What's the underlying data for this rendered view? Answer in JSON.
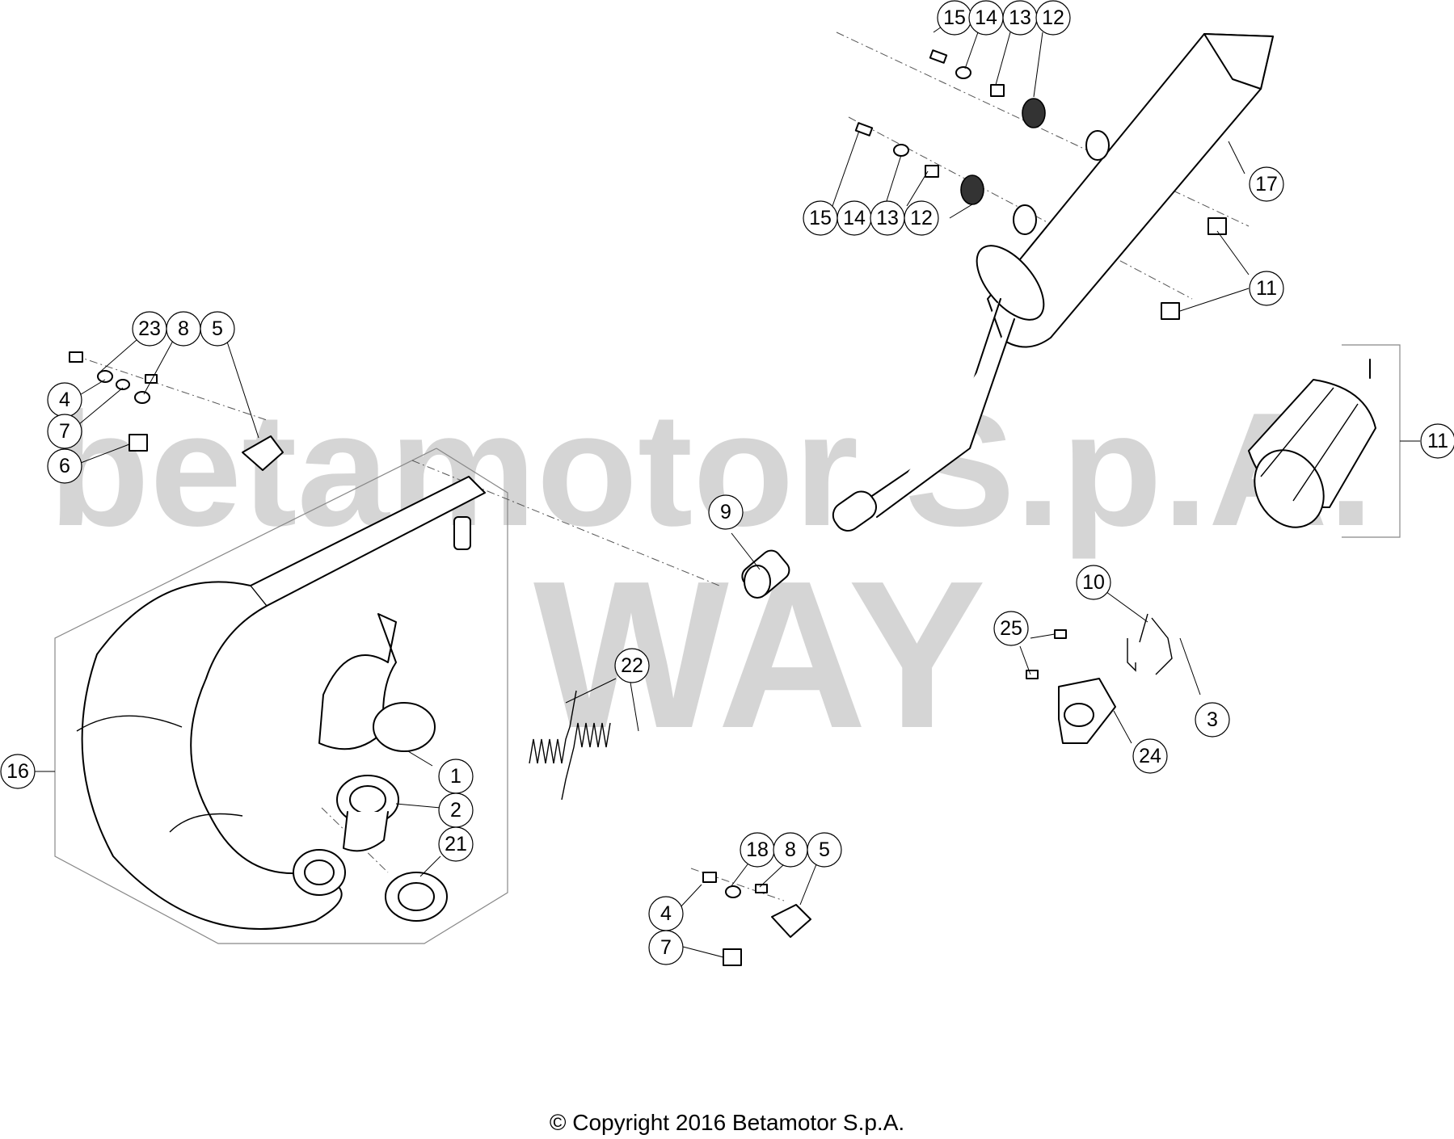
{
  "diagram": {
    "watermark_line1": "betamotor S.p.A.",
    "watermark_line2": "WAY",
    "callouts": [
      "15",
      "14",
      "13",
      "12",
      "15",
      "14",
      "13",
      "12",
      "17",
      "11",
      "11",
      "23",
      "8",
      "5",
      "4",
      "7",
      "6",
      "9",
      "10",
      "25",
      "22",
      "3",
      "24",
      "16",
      "1",
      "2",
      "21",
      "18",
      "8",
      "5",
      "4",
      "7",
      "9"
    ],
    "copyright": "© Copyright 2016 Betamotor S.p.A."
  }
}
